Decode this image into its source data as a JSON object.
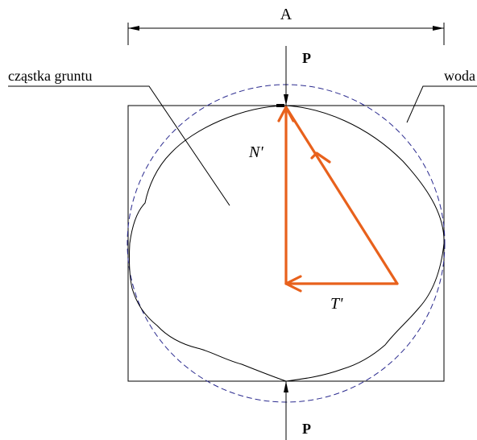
{
  "labels": {
    "dimension": "A",
    "force_top": "P",
    "force_bottom": "P",
    "particle": "cząstka gruntu",
    "water": "woda",
    "normal_force": "N'",
    "shear_force": "T'"
  },
  "colors": {
    "outline": "#000000",
    "circle_dashed": "#2b2b8f",
    "force_vectors": "#e8611c"
  }
}
